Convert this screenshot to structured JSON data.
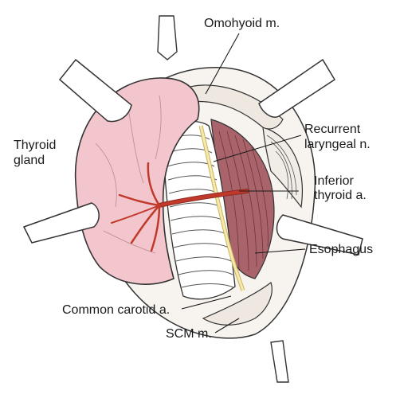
{
  "labels": {
    "omohyoid": "Omohyoid m.",
    "recurrent_line1": "Recurrent",
    "recurrent_line2": "laryngeal n.",
    "thyroid_line1": "Thyroid",
    "thyroid_line2": "gland",
    "inferior_line1": "Inferior",
    "inferior_line2": "thyroid a.",
    "esophagus": "Esophagus",
    "common_carotid": "Common carotid a.",
    "scm": "SCM m."
  },
  "colors": {
    "thyroid": "#f2c6cc",
    "artery": "#c0392b",
    "nerve": "#f2e3a0",
    "esophagus": "#a8646a",
    "trachea": "#ffffff",
    "ink": "#1a1a1a"
  }
}
